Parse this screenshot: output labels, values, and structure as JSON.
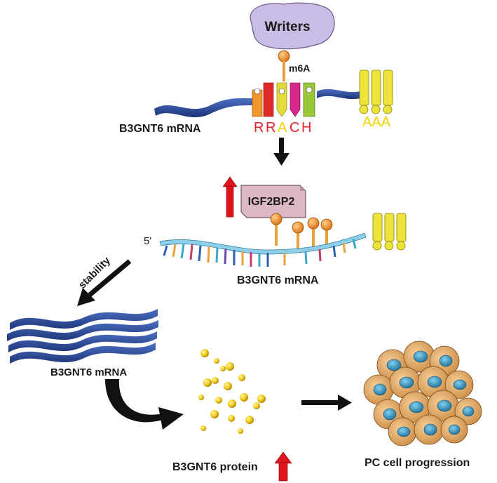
{
  "labels": {
    "writers": "Writers",
    "m6a": "m6A",
    "mrna_top": "B3GNT6 mRNA",
    "motif": [
      "R",
      "R",
      "A",
      "C",
      "H"
    ],
    "poly_a_top": "AAA",
    "reader": "IGF2BP2",
    "five_prime": "5'",
    "mrna_middle": "B3GNT6 mRNA",
    "stability": "stability",
    "mrna_stack": "B3GNT6 mRNA",
    "protein": "B3GNT6 protein",
    "outcome": "PC cell progression"
  },
  "colors": {
    "writers_fill": "#c9bde6",
    "reader_fill": "#dcb8c6",
    "up_arrow": "#e0141c",
    "motif_text": [
      "#e8232a",
      "#e8232a",
      "#f2d400",
      "#e8232a",
      "#e8232a"
    ],
    "poly_a_text": "#f2d400",
    "mrna_ribbon": "#2b4a9a",
    "cell_body": "#e2a867",
    "cell_nucleus": "#2f8fb8"
  }
}
